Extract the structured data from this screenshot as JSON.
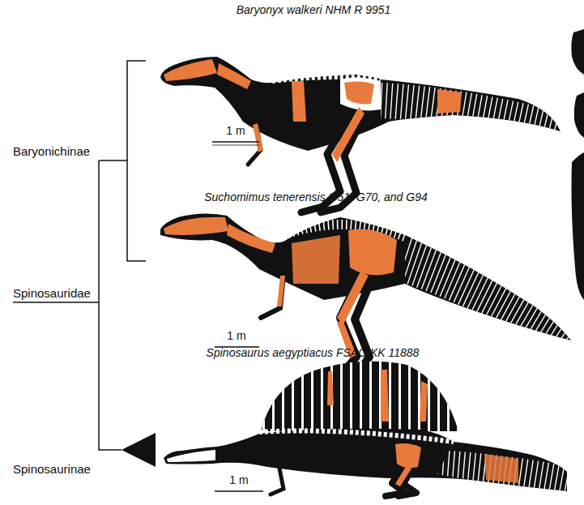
{
  "diagram": {
    "labels": [
      "Baryonyx walkeri NHM R 9951",
      "1 m",
      "Baryonichinae",
      "Suchomimus tenerensis G51, G70, and G94",
      "1 m",
      "Spinosauridae",
      "Spinosaurus aegyptiacus FSAC-KK 11888",
      "Spinosaurinae",
      "1 m"
    ]
  }
}
